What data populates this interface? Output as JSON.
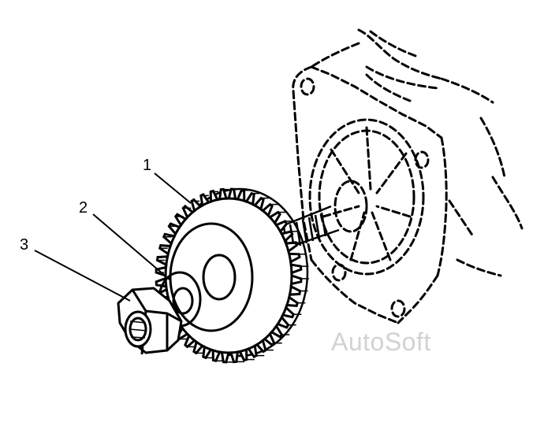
{
  "callouts": [
    {
      "number": "1",
      "target": "gear"
    },
    {
      "number": "2",
      "target": "washer"
    },
    {
      "number": "3",
      "target": "nut"
    }
  ],
  "watermark": "AutoSoft",
  "colors": {
    "line": "#000000",
    "watermark": "#d2d2d2",
    "background": "#ffffff"
  }
}
